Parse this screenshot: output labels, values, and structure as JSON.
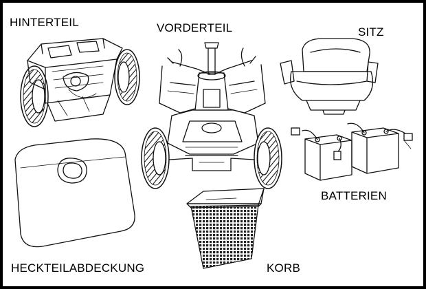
{
  "labels": {
    "rear_section": "HINTERTEIL",
    "front_section": "VORDERTEIL",
    "seat": "SITZ",
    "batteries": "BATTERIEN",
    "rear_cover": "HECKTEILABDECKUNG",
    "basket": "KORB"
  }
}
